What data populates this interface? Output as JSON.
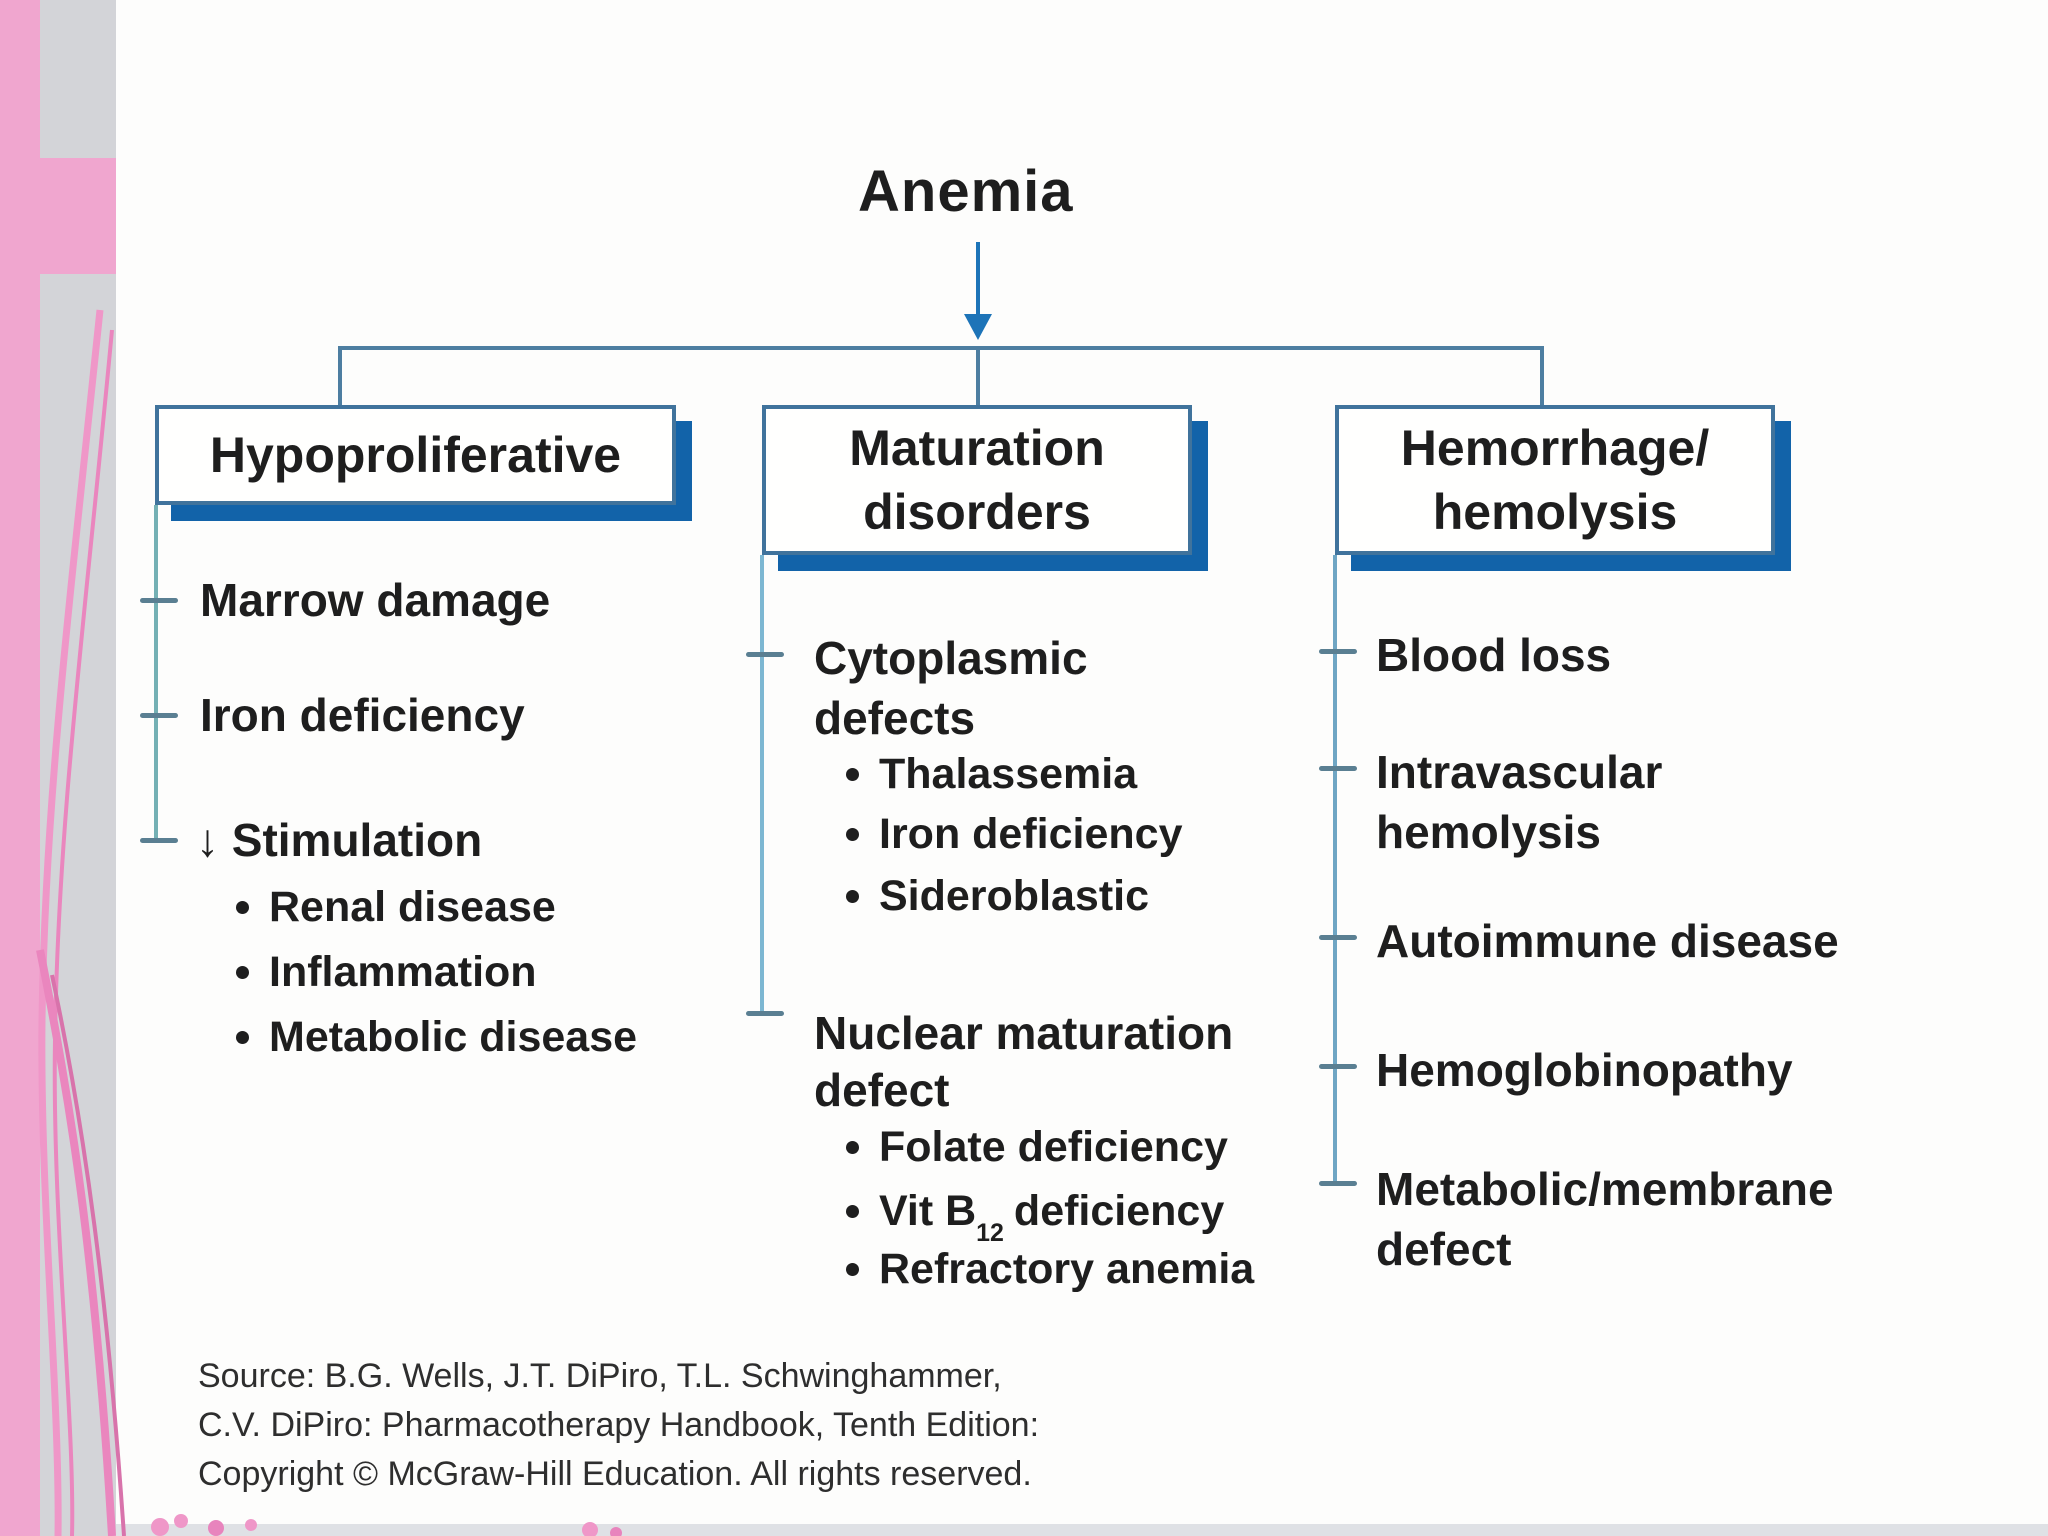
{
  "colors": {
    "pink_stripe": "#f0a6cf",
    "ribbon_pink": "#ea86be",
    "gray_stripe": "#d3d4d8",
    "bottom_strip": "#dfe1e5",
    "connector_blue": "#4d7ea1",
    "arrow_blue": "#1d74b8",
    "box_border_blue": "#40739c",
    "box_shadow_blue": "#1263a9",
    "left_branch_line": "#74b0b4",
    "middle_branch_line": "#7db7d2",
    "right_branch_line": "#6fa6c4",
    "tick_gray": "#5a7f92",
    "text_dark": "#1e1e1e"
  },
  "slide": {
    "title": "Anemia",
    "columns": [
      {
        "header_lines": [
          "Hypoproliferative"
        ],
        "items": [
          {
            "label": "Marrow damage"
          },
          {
            "label": "Iron deficiency"
          },
          {
            "label": "↓ Stimulation",
            "bullets": [
              "Renal disease",
              "Inflammation",
              "Metabolic disease"
            ]
          }
        ]
      },
      {
        "header_lines": [
          "Maturation",
          "disorders"
        ],
        "groups": [
          {
            "title_lines": [
              "Cytoplasmic",
              "defects"
            ],
            "bullets": [
              "Thalassemia",
              "Iron deficiency",
              "Sideroblastic"
            ]
          },
          {
            "title_lines": [
              "Nuclear maturation",
              "defect"
            ],
            "bullets": [
              {
                "text": "Folate deficiency"
              },
              {
                "pre": "Vit B",
                "sub": "12",
                "post": "deficiency"
              },
              {
                "text": "Refractory anemia"
              }
            ]
          }
        ]
      },
      {
        "header_lines": [
          "Hemorrhage/",
          "hemolysis"
        ],
        "items": [
          {
            "lines": [
              "Blood loss"
            ]
          },
          {
            "lines": [
              "Intravascular",
              "hemolysis"
            ]
          },
          {
            "lines": [
              "Autoimmune disease"
            ]
          },
          {
            "lines": [
              "Hemoglobinopathy"
            ]
          },
          {
            "lines": [
              "Metabolic/membrane",
              "defect"
            ]
          }
        ]
      }
    ],
    "source_lines": [
      "Source: B.G. Wells, J.T. DiPiro, T.L. Schwinghammer,",
      "C.V. DiPiro: Pharmacotherapy Handbook, Tenth Edition:",
      "Copyright © McGraw-Hill Education. All rights reserved."
    ]
  }
}
